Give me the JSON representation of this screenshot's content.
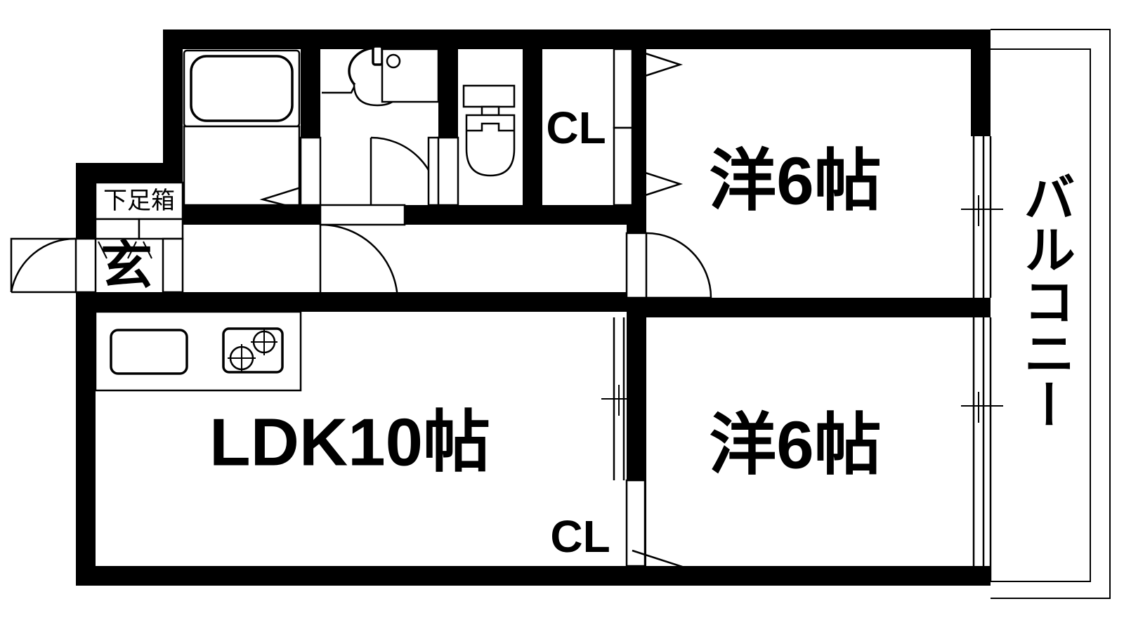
{
  "plan": {
    "type": "japanese-apartment-floor-plan",
    "layout_code": "2LDK",
    "orientation": "plan-view",
    "line_color": "#000000",
    "background_color": "#ffffff",
    "rooms": [
      {
        "id": "ldk",
        "label": "LDK10帖",
        "size_jo": 10,
        "kind": "living-dining-kitchen"
      },
      {
        "id": "washitsu-n",
        "label": "洋6帖",
        "size_jo": 6,
        "kind": "western-room"
      },
      {
        "id": "washitsu-s",
        "label": "洋6帖",
        "size_jo": 6,
        "kind": "western-room"
      },
      {
        "id": "closet-n",
        "label": "CL",
        "kind": "closet"
      },
      {
        "id": "closet-s",
        "label": "CL",
        "kind": "closet"
      },
      {
        "id": "genkan",
        "label": "玄",
        "kind": "entrance"
      },
      {
        "id": "shoebox",
        "label": "下足箱",
        "kind": "shoe-cabinet"
      },
      {
        "id": "balcony",
        "label": "バルコニー",
        "kind": "balcony"
      }
    ],
    "fixtures": [
      {
        "id": "bathtub",
        "name": "bathtub"
      },
      {
        "id": "washbasin",
        "name": "washbasin"
      },
      {
        "id": "washer-pan",
        "name": "washing-machine-pan"
      },
      {
        "id": "toilet",
        "name": "toilet"
      },
      {
        "id": "kitchen-sink",
        "name": "kitchen-sink"
      },
      {
        "id": "gas-stove",
        "name": "two-burner-gas-stove"
      }
    ],
    "openings": [
      {
        "id": "entrance-door",
        "name": "hinged-entrance-door"
      },
      {
        "id": "bath-door",
        "name": "sliding-bath-door"
      },
      {
        "id": "toilet-door",
        "name": "hinged-toilet-door"
      },
      {
        "id": "hall-door",
        "name": "hinged-hall-door"
      },
      {
        "id": "room-n-door",
        "name": "hinged-bedroom-door"
      },
      {
        "id": "closet-n-doors",
        "name": "sliding-closet-doors"
      },
      {
        "id": "closet-s-door",
        "name": "sliding-closet-door"
      },
      {
        "id": "balcony-window-n",
        "name": "sliding-balcony-window"
      },
      {
        "id": "balcony-window-s",
        "name": "sliding-balcony-window"
      },
      {
        "id": "room-divider",
        "name": "sliding-partition"
      }
    ]
  },
  "labels": {
    "ldk": "LDK10帖",
    "room_north": "洋6帖",
    "room_south": "洋6帖",
    "closet_north": "CL",
    "closet_south": "CL",
    "genkan": "玄",
    "shoebox": "下足箱",
    "balcony": "バルコニー"
  }
}
